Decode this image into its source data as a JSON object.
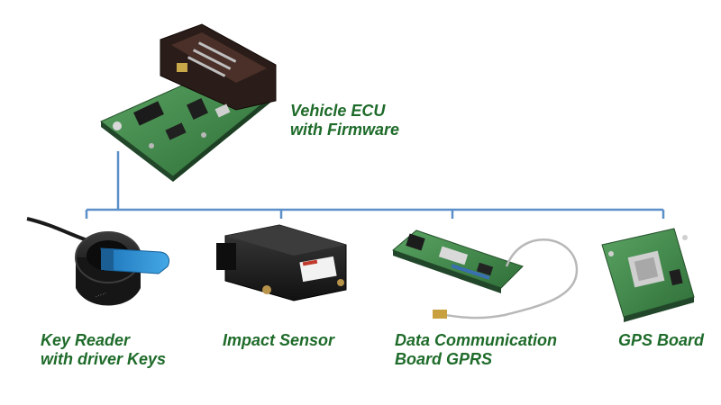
{
  "colors": {
    "label_green": "#1e6b2a",
    "connector_blue": "#5b8fc9",
    "pcb_green": "#3f8a4a",
    "pcb_dark": "#2c5e33",
    "device_black": "#1c1c1c",
    "key_blue": "#2d8fd0"
  },
  "nodes": {
    "ecu": {
      "line1": "Vehicle ECU",
      "line2": "with Firmware"
    },
    "key": {
      "line1": "Key Reader",
      "line2": "with driver Keys"
    },
    "impact": {
      "line1": "Impact Sensor"
    },
    "data": {
      "line1": "Data Communication",
      "line2": "Board GPRS"
    },
    "gps": {
      "line1": "GPS Board"
    }
  }
}
